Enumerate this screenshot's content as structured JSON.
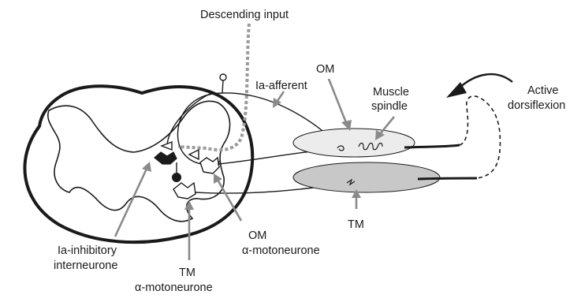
{
  "labels": {
    "descending_input": "Descending input",
    "om_top": "OM",
    "ia_afferent": "Ia-afferent",
    "muscle_spindle_line1": "Muscle",
    "muscle_spindle_line2": "spindle",
    "active_line1": "Active",
    "active_line2": "dorsiflexion",
    "tm_right": "TM",
    "ia_inhibitory_line1": "Ia-inhibitory",
    "ia_inhibitory_line2": "interneurone",
    "om_motoneurone_line1": "OM",
    "om_motoneurone_line2": "α-motoneurone",
    "tm_motoneurone_line1": "TM",
    "tm_motoneurone_line2": "α-motoneurone"
  },
  "colors": {
    "ink": "#1a1a1a",
    "arrow_gray": "#8a8a8a",
    "om_muscle_fill": "#ececec",
    "tm_muscle_fill": "#c8c8c8"
  }
}
